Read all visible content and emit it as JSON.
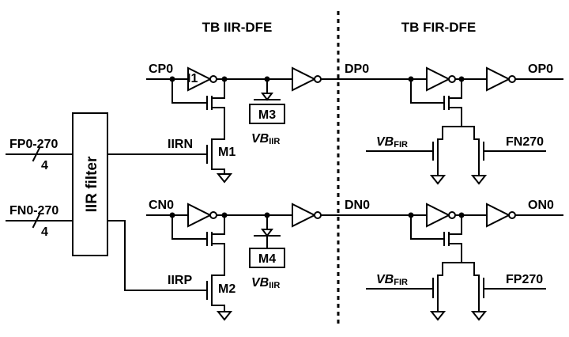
{
  "headers": {
    "iir": "TB IIR-DFE",
    "fir": "TB FIR-DFE"
  },
  "filter": {
    "label": "IIR filter"
  },
  "inputs": {
    "fp": "FP0-270",
    "fn": "FN0-270",
    "bus_width": "4"
  },
  "nodes": {
    "cp0": "CP0",
    "cn0": "CN0",
    "dp0": "DP0",
    "dn0": "DN0",
    "op0": "OP0",
    "on0": "ON0",
    "iirn": "IIRN",
    "iirp": "IIRP",
    "fn270": "FN270",
    "fp270": "FP270"
  },
  "devices": {
    "i1": "I1",
    "m1": "M1",
    "m2": "M2",
    "m3": "M3",
    "m4": "M4"
  },
  "bias": {
    "vb": "VB",
    "sub_iir": "IIR",
    "sub_fir": "FIR"
  }
}
